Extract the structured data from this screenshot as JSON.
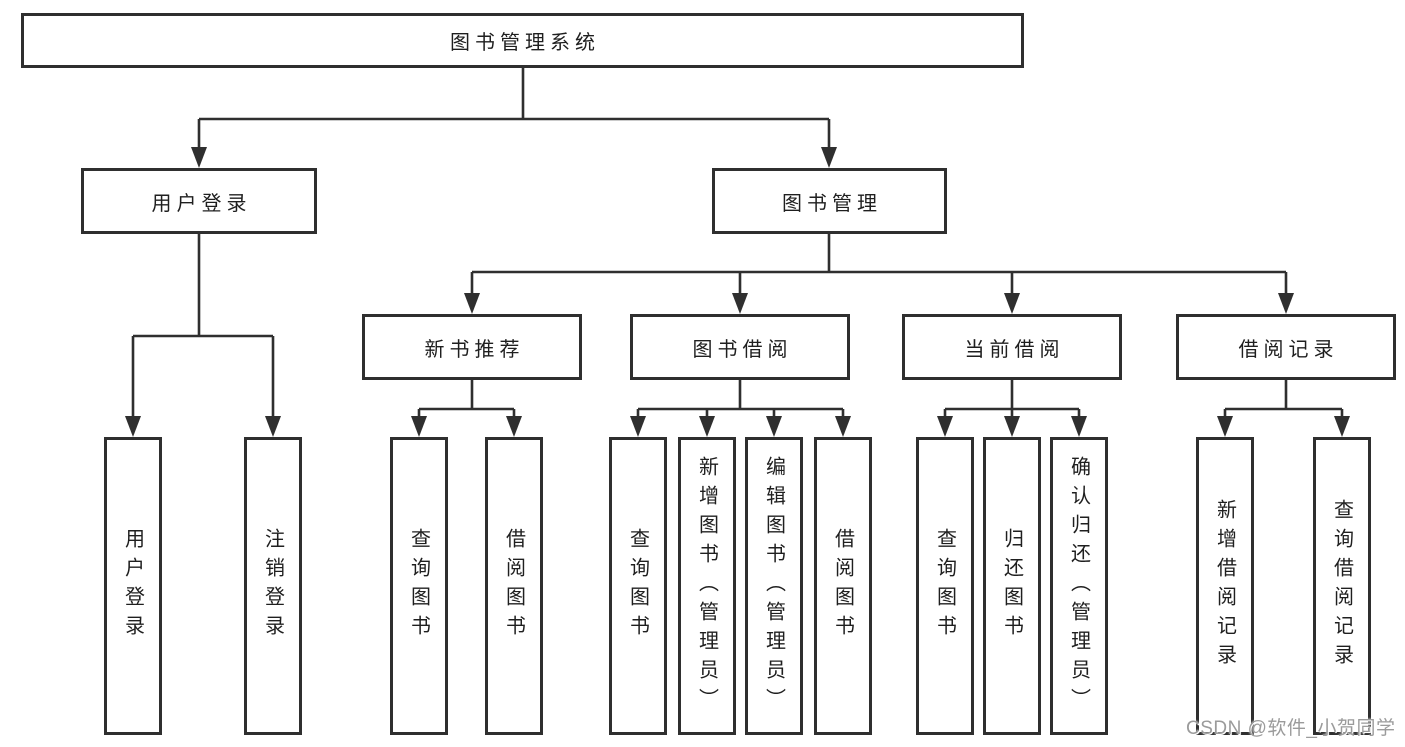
{
  "diagram": {
    "title_note": "system function structure chart",
    "root": {
      "label": "图书管理系统"
    },
    "level2": [
      {
        "label": "用户登录"
      },
      {
        "label": "图书管理"
      }
    ],
    "level3": [
      {
        "label": "新书推荐"
      },
      {
        "label": "图书借阅"
      },
      {
        "label": "当前借阅"
      },
      {
        "label": "借阅记录"
      }
    ],
    "leaves": {
      "user": [
        "用户登录",
        "注销登录"
      ],
      "newbook": [
        "查询图书",
        "借阅图书"
      ],
      "borrow": [
        "查询图书",
        "新增图书（管理员）",
        "编辑图书（管理员）",
        "借阅图书"
      ],
      "current": [
        "查询图书",
        "归还图书",
        "确认归还（管理员）"
      ],
      "records": [
        "新增借阅记录",
        "查询借阅记录"
      ]
    }
  },
  "watermark": {
    "text": "CSDN @软件_小贺同学"
  },
  "colors": {
    "line": "#2f2f2f",
    "box_bg": "#ffffff",
    "text": "#1f1f1f",
    "watermark": "#9b9b9b",
    "page_bg": "#ffffff"
  }
}
